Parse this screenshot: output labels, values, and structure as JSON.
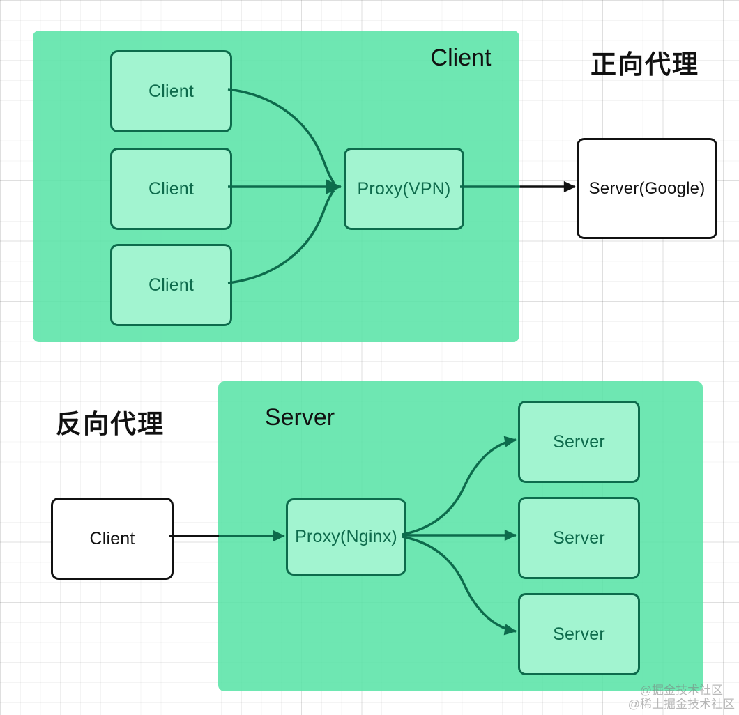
{
  "forward_proxy": {
    "section_label": "正向代理",
    "region_label": "Client",
    "client_boxes": [
      "Client",
      "Client",
      "Client"
    ],
    "proxy_box": "Proxy(VPN)",
    "server_box": "Server(Google)"
  },
  "reverse_proxy": {
    "section_label": "反向代理",
    "region_label": "Server",
    "client_box": "Client",
    "proxy_box": "Proxy(Nginx)",
    "server_boxes": [
      "Server",
      "Server",
      "Server"
    ]
  },
  "watermark": {
    "line1": "@掘金技术社区",
    "line2": "@稀土掘金技术社区"
  },
  "colors": {
    "region_fill": "#6fe7b2",
    "node_fill": "#a2f4d0",
    "diagram_green": "#0d6b4c",
    "black": "#111111",
    "grid_line": "#ededed",
    "watermark_gray": "#9e9e9e"
  }
}
